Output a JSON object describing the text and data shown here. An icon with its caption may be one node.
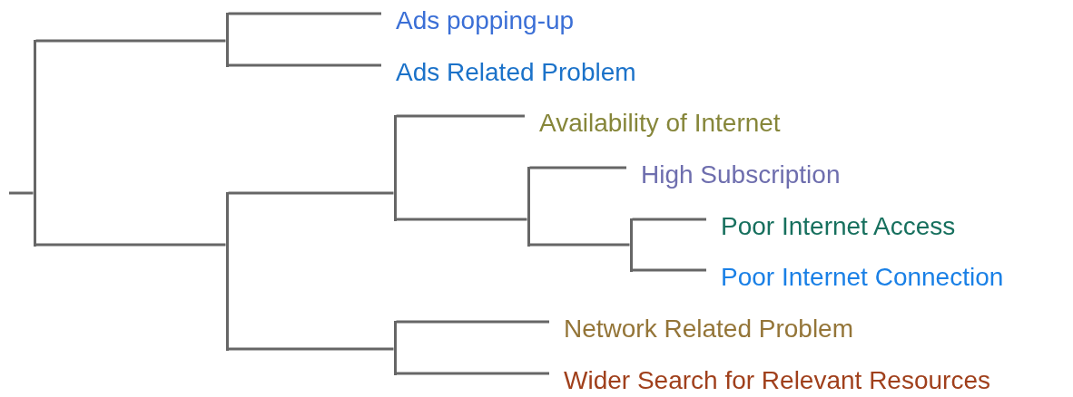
{
  "diagram": {
    "nodes": [
      {
        "text": [],
        "shape": "bar"
      },
      {
        "text": [],
        "shape": "bar"
      },
      {
        "text": [
          "Ads popping-up"
        ]
      },
      {
        "text": [
          "Ads Related Problem"
        ]
      },
      {
        "text": [],
        "shape": "bar"
      },
      {
        "text": [],
        "shape": "bar"
      },
      {
        "text": [
          "Availability of Internet"
        ]
      },
      {
        "text": [],
        "shape": "bar"
      },
      {
        "text": [
          "High Subscription"
        ]
      },
      {
        "text": [],
        "shape": "bar"
      },
      {
        "text": [
          "Poor Internet Access"
        ]
      },
      {
        "text": [
          "Poor Internet Connection"
        ]
      },
      {
        "text": [],
        "shape": "bar"
      },
      {
        "text": [
          "Network Related Problem"
        ]
      },
      {
        "text": [
          "Wider Search for Relevant Resources"
        ]
      }
    ],
    "edges": [
      {
        "from": null,
        "to": 0,
        "arrow": "none"
      },
      {
        "from": 0,
        "to": 1,
        "arrow": "none"
      },
      {
        "from": 1,
        "to": 2,
        "arrow": "none"
      },
      {
        "from": 1,
        "to": 3,
        "arrow": "none"
      },
      {
        "from": 0,
        "to": 4,
        "arrow": "none"
      },
      {
        "from": 4,
        "to": 5,
        "arrow": "none"
      },
      {
        "from": 5,
        "to": 6,
        "arrow": "none"
      },
      {
        "from": 5,
        "to": 7,
        "arrow": "none"
      },
      {
        "from": 7,
        "to": 8,
        "arrow": "none"
      },
      {
        "from": 7,
        "to": 9,
        "arrow": "none"
      },
      {
        "from": 9,
        "to": 10,
        "arrow": "none"
      },
      {
        "from": 9,
        "to": 11,
        "arrow": "none"
      },
      {
        "from": 4,
        "to": 12,
        "arrow": "none"
      },
      {
        "from": 12,
        "to": 13,
        "arrow": "none"
      },
      {
        "from": 12,
        "to": 14,
        "arrow": "none"
      }
    ]
  }
}
